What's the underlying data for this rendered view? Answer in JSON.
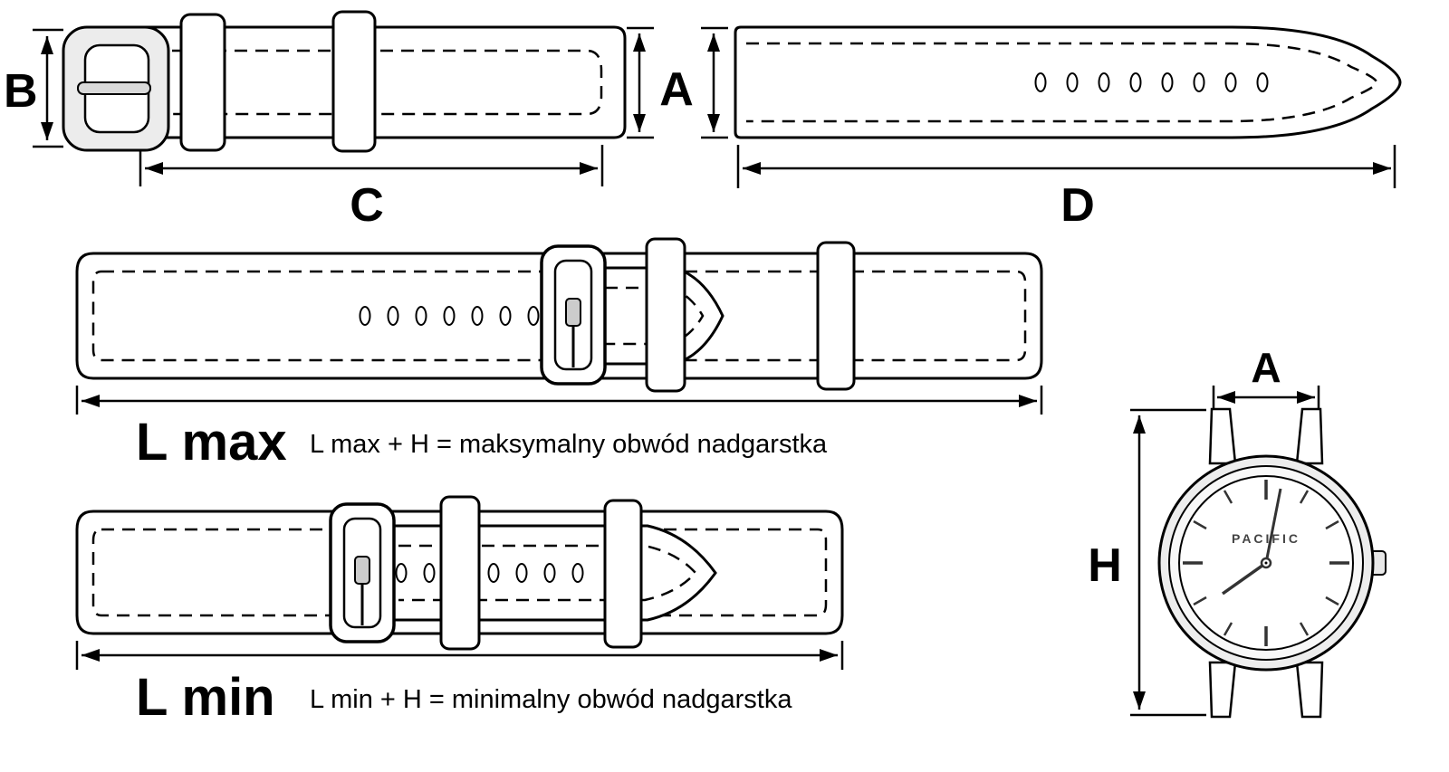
{
  "page": {
    "background": "#ffffff",
    "line_color": "#000000"
  },
  "buckle_piece": {
    "dim_width_label": "B",
    "dim_length_label": "C"
  },
  "strap_width": {
    "label": "A"
  },
  "hole_piece": {
    "dim_length_label": "D"
  },
  "lmax": {
    "label": "L max",
    "formula": "L max + H = maksymalny obwód nadgarstka"
  },
  "lmin": {
    "label": "L min",
    "formula": "L min + H = minimalny obwód nadgarstka"
  },
  "watch": {
    "lug_width_label": "A",
    "height_label": "H",
    "brand": "PACIFIC"
  }
}
